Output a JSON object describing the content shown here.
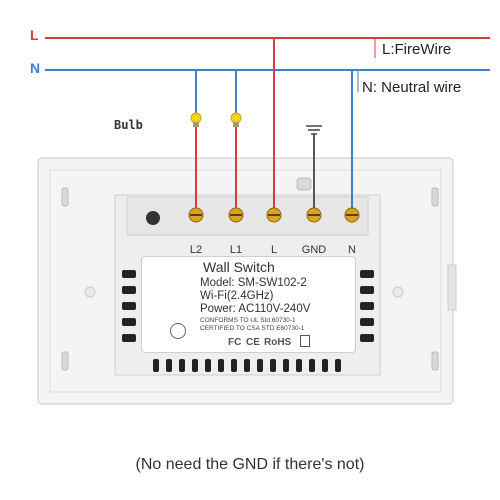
{
  "wires": {
    "live": {
      "letter": "L",
      "legend": "L:FireWire",
      "color": "#d93a3a"
    },
    "neutral": {
      "letter": "N",
      "legend": "N: Neutral wire",
      "color": "#3f7fce"
    }
  },
  "bulb_label": "Bulb",
  "terminals": [
    "L2",
    "L1",
    "L",
    "GND",
    "N"
  ],
  "device_label": {
    "title": "Wall Switch",
    "model": "Model: SM-SW102-2",
    "wifi": "Wi-Fi(2.4GHz)",
    "power": "Power: AC110V-240V",
    "conform_ul": "CONFORMS TO UL Std.60730-1",
    "certified_csa": "CERTIFIED TO CSA STD E60730-1",
    "marks": [
      "FC",
      "CE",
      "RoHS"
    ]
  },
  "caption": "(No need the GND if there's not)",
  "colors": {
    "ground_wire": "#555555",
    "bulb": "#f2d21b",
    "plate": "#f4f4f4"
  }
}
